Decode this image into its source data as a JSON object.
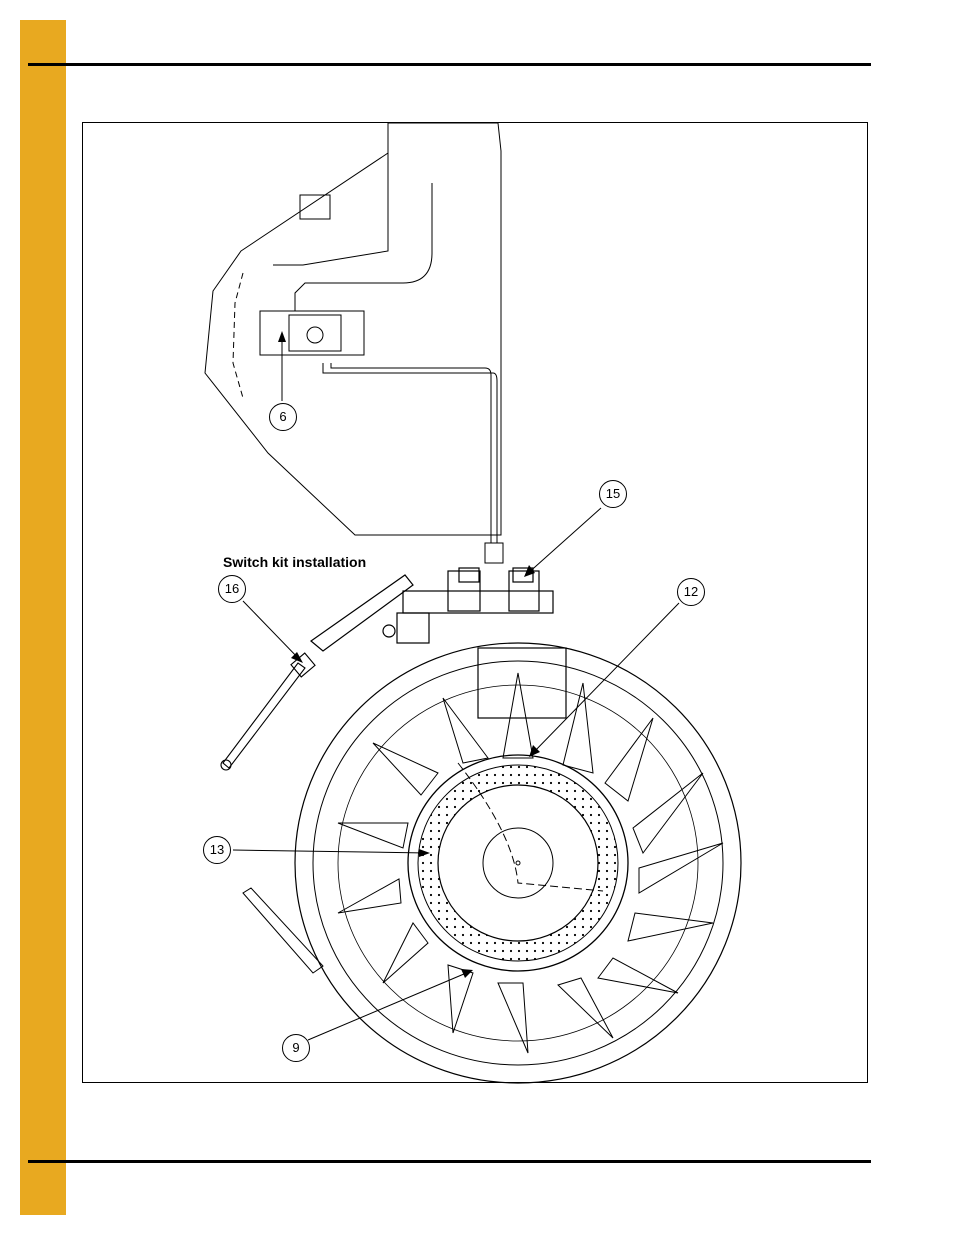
{
  "figure": {
    "caption": "Switch kit installation",
    "callouts": [
      {
        "id": "6",
        "label": "6"
      },
      {
        "id": "15",
        "label": "15"
      },
      {
        "id": "16",
        "label": "16"
      },
      {
        "id": "12",
        "label": "12"
      },
      {
        "id": "13",
        "label": "13"
      },
      {
        "id": "9",
        "label": "9"
      }
    ]
  },
  "colors": {
    "side_band": "#e8a920",
    "rules": "#000000"
  }
}
